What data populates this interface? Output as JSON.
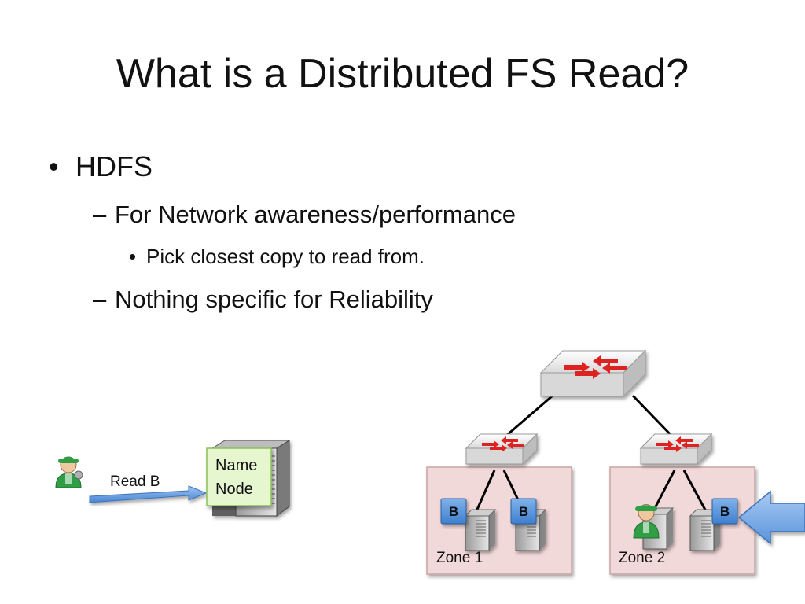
{
  "slide": {
    "title": "What is a Distributed FS Read?",
    "bullets": {
      "level1": "HDFS",
      "level2_a": "For Network awareness/performance",
      "level3": "Pick closest copy to read from.",
      "level2_b": "Nothing specific for Reliability"
    }
  },
  "diagram": {
    "request_label": "Read B",
    "name_node_label_line1": "Name",
    "name_node_label_line2": "Node",
    "zones": [
      {
        "label": "Zone 1"
      },
      {
        "label": "Zone 2"
      }
    ],
    "block_label": "B",
    "colors": {
      "zone_fill": "#f2d9d9",
      "zone_border": "#c9a3a3",
      "block_fill": "#5b9bd5",
      "arrow_fill": "#6aa0e0",
      "name_node_fill": "#e6f6cf",
      "link_color": "#000000"
    },
    "icons": [
      "network-switch-icon",
      "server-icon",
      "admin-user-icon",
      "big-blue-arrow"
    ]
  }
}
